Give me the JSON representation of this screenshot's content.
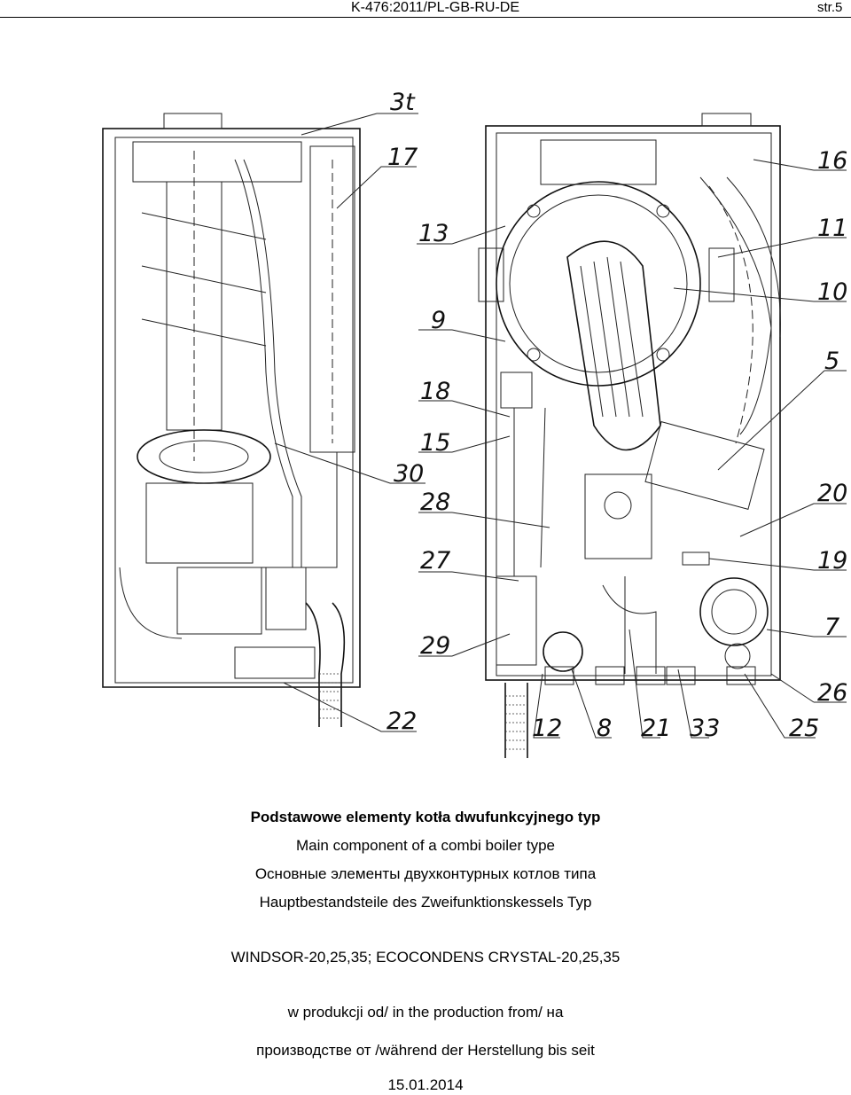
{
  "header": {
    "doc_code": "K-476:2011/PL-GB-RU-DE",
    "page": "str.5"
  },
  "callouts": {
    "c3t": "3t",
    "c17": "17",
    "c13": "13",
    "c9": "9",
    "c18": "18",
    "c15": "15",
    "c30": "30",
    "c28": "28",
    "c27": "27",
    "c29": "29",
    "c22": "22",
    "c16": "16",
    "c11": "11",
    "c10": "10",
    "c5": "5",
    "c20": "20",
    "c19": "19",
    "c7": "7",
    "c26": "26",
    "c12": "12",
    "c8": "8",
    "c21": "21",
    "c33": "33",
    "c25": "25"
  },
  "captions": {
    "pl": "Podstawowe elementy kotła dwufunkcyjnego typ",
    "en": "Main component of a combi boiler type",
    "ru": "Основные элементы двухконтурных котлов типа",
    "de": "Hauptbestandsteile des Zweifunktionskessels Typ",
    "models": "WINDSOR-20,25,35; ECOCONDENS CRYSTAL-20,25,35",
    "prod1": "w produkcji od/ in the production from/ на",
    "prod2": "производстве от /während der Herstellung bis seit",
    "date": "15.01.2014"
  }
}
